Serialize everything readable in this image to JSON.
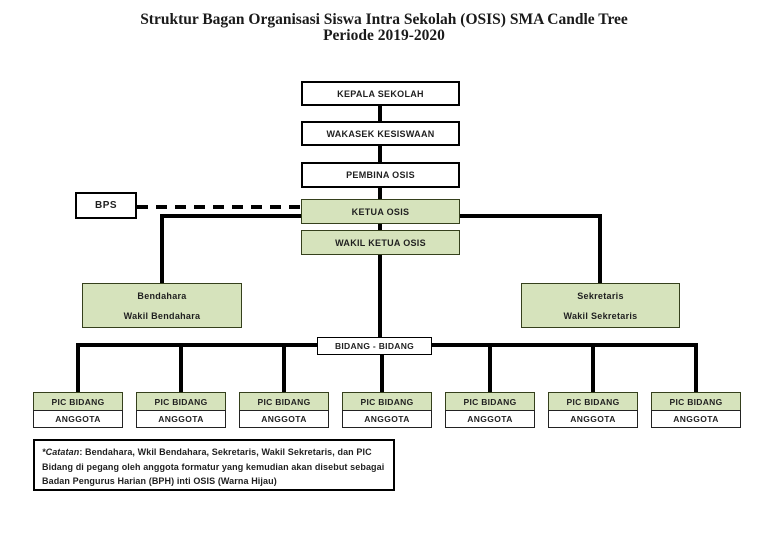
{
  "title": {
    "line1": "Struktur Bagan Organisasi Siswa Intra Sekolah (OSIS) SMA Candle Tree",
    "line2": "Periode 2019-2020"
  },
  "colors": {
    "green_fill": "#d6e3bc",
    "white_fill": "#ffffff",
    "line": "#000000"
  },
  "nodes": {
    "kepala_sekolah": "KEPALA SEKOLAH",
    "wakasek_kesiswaan": "WAKASEK KESISWAAN",
    "pembina_osis": "PEMBINA OSIS",
    "bps": "BPS",
    "ketua_osis": "KETUA OSIS",
    "wakil_ketua_osis": "WAKIL KETUA OSIS",
    "bendahara": {
      "line1": "Bendahara",
      "line2": "Wakil Bendahara"
    },
    "sekretaris": {
      "line1": "Sekretaris",
      "line2": "Wakil Sekretaris"
    },
    "bidang_bidang": "BIDANG - BIDANG"
  },
  "divisions": [
    {
      "pic": "PIC BIDANG",
      "anggota": "ANGGOTA"
    },
    {
      "pic": "PIC BIDANG",
      "anggota": "ANGGOTA"
    },
    {
      "pic": "PIC BIDANG",
      "anggota": "ANGGOTA"
    },
    {
      "pic": "PIC BIDANG",
      "anggota": "ANGGOTA"
    },
    {
      "pic": "PIC BIDANG",
      "anggota": "ANGGOTA"
    },
    {
      "pic": "PIC BIDANG",
      "anggota": "ANGGOTA"
    },
    {
      "pic": "PIC BIDANG",
      "anggota": "ANGGOTA"
    }
  ],
  "note": {
    "label": "*Catatan",
    "text": ": Bendahara, Wkil Bendahara, Sekretaris, Wakil Sekretaris, dan PIC Bidang di pegang oleh anggota formatur yang kemudian akan disebut sebagai Badan Pengurus Harian (BPH) inti OSIS (Warna Hijau)"
  }
}
